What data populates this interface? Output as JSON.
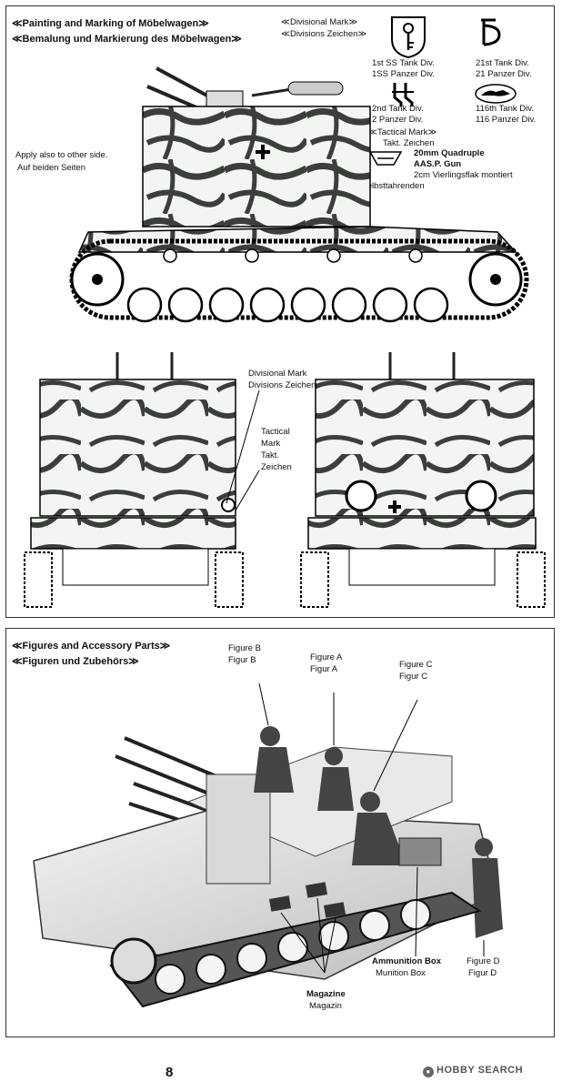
{
  "painting": {
    "title_en": "Painting and Marking of Möbelwagen",
    "title_de": "Bemalung und Markierung des Möbelwagen",
    "apply_note_en": "Apply also to other side.",
    "apply_note_de": "Auf beiden Seiten"
  },
  "divisional": {
    "title_en": "Divisional Mark",
    "title_de": "Divisions Zeichen",
    "marks": [
      {
        "en": "1st SS Tank Div.",
        "de": "1SS Panzer Div."
      },
      {
        "en": "21st Tank Div.",
        "de": "21 Panzer Div."
      },
      {
        "en": "2nd Tank Div.",
        "de": "2 Panzer Div."
      },
      {
        "en": "116th Tank Div.",
        "de": "116 Panzer Div."
      }
    ]
  },
  "tactical": {
    "title_en": "Tactical Mark",
    "title_de": "Takt. Zeichen",
    "gun_en_1": "20mm Quadruple",
    "gun_en_2": "AAS.P. Gun",
    "gun_de_1": "2cm Vierlingsflak montiert",
    "gun_de_2": "selbsttahrenden"
  },
  "rear_views": {
    "div_mark_en": "Divisional Mark",
    "div_mark_de": "Divisions Zeichen",
    "tac_mark_en_1": "Tactical",
    "tac_mark_en_2": "Mark",
    "tac_mark_de_1": "Takt.",
    "tac_mark_de_2": "Zeichen"
  },
  "figures": {
    "title_en": "Figures and Accessory Parts",
    "title_de": "Figuren und Zubehörs",
    "figure_b_en": "Figure B",
    "figure_b_de": "Figur B",
    "figure_a_en": "Figure A",
    "figure_a_de": "Figur A",
    "figure_c_en": "Figure C",
    "figure_c_de": "Figur C",
    "figure_d_en": "Figure D",
    "figure_d_de": "Figur D",
    "ammo_en": "Ammunition Box",
    "ammo_de": "Munition Box",
    "magazine_en": "Magazine",
    "magazine_de": "Magazin"
  },
  "page_number": "8",
  "watermark": "HOBBY SEARCH"
}
